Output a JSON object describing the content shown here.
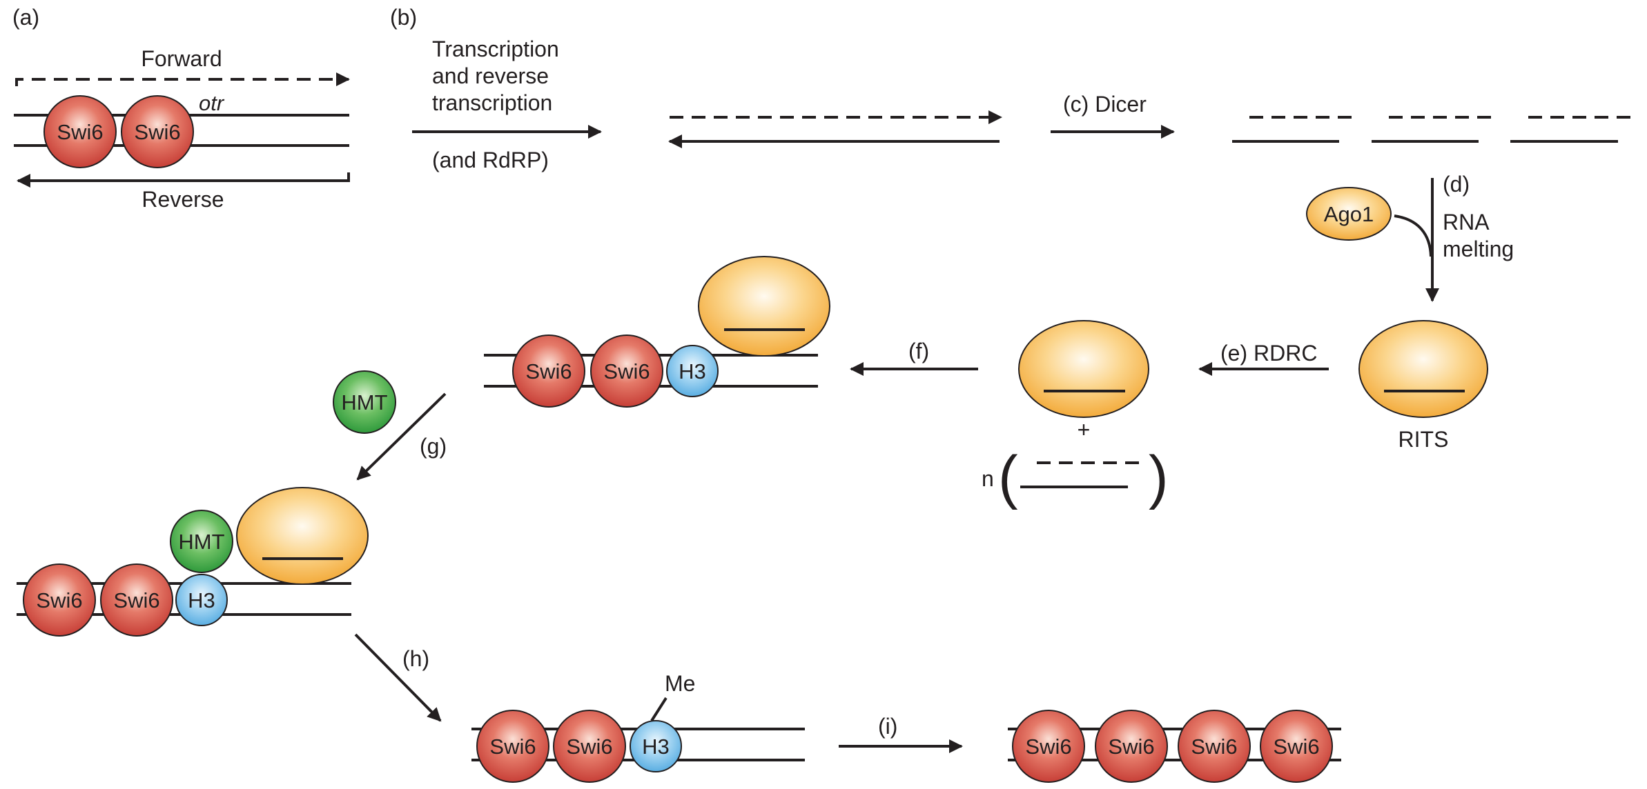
{
  "panel_labels": {
    "a": "(a)",
    "b": "(b)"
  },
  "panel_a": {
    "forward": "Forward",
    "reverse": "Reverse",
    "locus": "otr",
    "swi6_1": "Swi6",
    "swi6_2": "Swi6"
  },
  "panel_b": {
    "line1": "Transcription",
    "line2": "and reverse",
    "line3": "transcription",
    "rdrp": "(and RdRP)"
  },
  "step_c": "(c) Dicer",
  "step_d": {
    "label": "(d)",
    "rna": "RNA",
    "melting": "melting",
    "ago1": "Ago1"
  },
  "rits": "RITS",
  "step_e": "(e) RDRC",
  "rdrc_product": {
    "plus": "+",
    "n": "n",
    "open_paren": "(",
    "close_paren": ")"
  },
  "step_f": {
    "label": "(f)",
    "swi6_1": "Swi6",
    "swi6_2": "Swi6",
    "h3": "H3"
  },
  "step_g": {
    "label": "(g)",
    "hmt_free": "HMT",
    "hmt_bound": "HMT",
    "swi6_1": "Swi6",
    "swi6_2": "Swi6",
    "h3": "H3"
  },
  "step_h": {
    "label": "(h)",
    "swi6_1": "Swi6",
    "swi6_2": "Swi6",
    "h3": "H3",
    "me": "Me"
  },
  "step_i": {
    "label": "(i)",
    "swi6_1": "Swi6",
    "swi6_2": "Swi6",
    "swi6_3": "Swi6",
    "swi6_4": "Swi6"
  },
  "colors": {
    "swi6_red": "#d9574c",
    "h3_blue": "#7fc3ec",
    "hmt_green": "#4fae4f",
    "rits_orange": "#f9c061",
    "line": "#231f20"
  }
}
